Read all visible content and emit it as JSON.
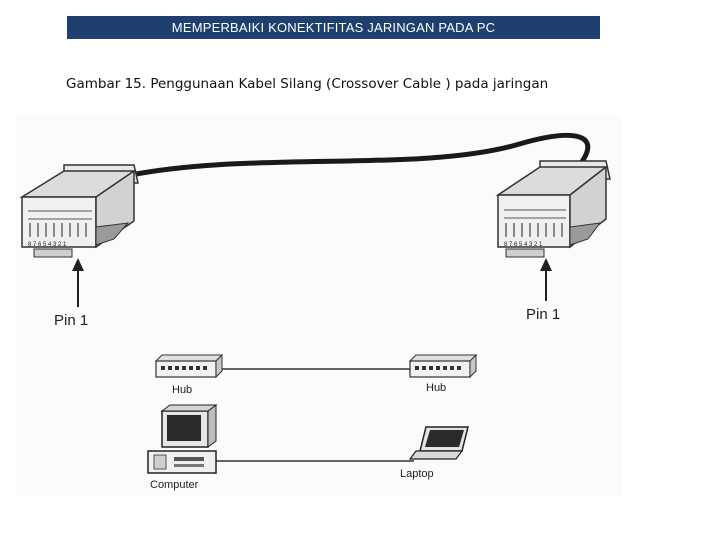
{
  "header": {
    "title": "MEMPERBAIKI KONEKTIFITAS JARINGAN PADA PC"
  },
  "caption": "Gambar 15. Penggunaan Kabel Silang (Crossover Cable ) pada jaringan",
  "figure": {
    "left_connector": {
      "label": "Pin 1",
      "pin_numbers": "8 7 6 5 4 3 2 1"
    },
    "right_connector": {
      "label": "Pin 1",
      "pin_numbers": "8 7 6 5 4 3 2 1"
    },
    "device_labels": {
      "hub_left": "Hub",
      "hub_right": "Hub",
      "computer": "Computer",
      "laptop": "Laptop"
    },
    "icons": [
      "rj45-connector-icon",
      "hub-icon",
      "computer-icon",
      "laptop-icon"
    ]
  }
}
